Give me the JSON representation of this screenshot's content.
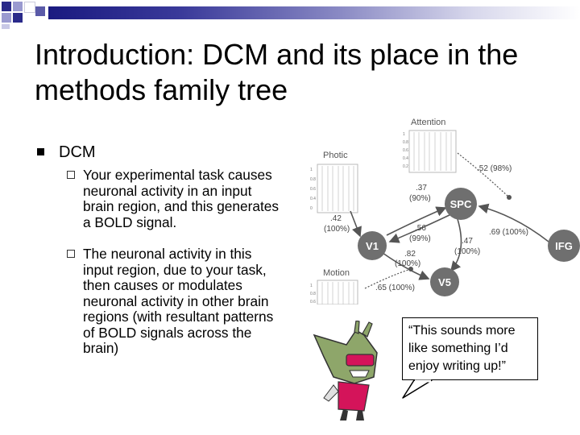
{
  "slide": {
    "title": "Introduction: DCM and its place in the methods family tree",
    "bullet": "DCM",
    "sub_bullets": [
      "Your experimental task causes neuronal activity in an input brain region, and this generates a BOLD signal.",
      "The neuronal activity in this input region, due to your task, then causes or modulates neuronal activity in other brain regions (with resultant patterns of BOLD signals across the brain)"
    ],
    "speech_bubble": "“This sounds more like something I’d enjoy writing up!”"
  },
  "diagram": {
    "inputs": [
      "Attention",
      "Photic",
      "Motion"
    ],
    "input_ticks": [
      "1",
      "0.8",
      "0.6",
      "0.4",
      "0.2",
      "0"
    ],
    "nodes": [
      "SPC",
      "V1",
      "V5",
      "IFG"
    ],
    "edge_labels": {
      "photic_v1": ".42",
      "photic_v1_pct": "(100%)",
      "v1_spc": ".56",
      "v1_spc_pct": "(99%)",
      "spc_v1": ".37",
      "spc_v1_pct": "(90%)",
      "attention_mod": ".52 (98%)",
      "ifg_spc": ".69 (100%)",
      "spc_v5": ".47",
      "spc_v5_pct": "(100%)",
      "v1_v5": ".82",
      "v1_v5_pct": "(100%)",
      "motion_mod": ".65 (100%)"
    },
    "colors": {
      "node": "#6f6f6f",
      "node_text": "#ffffff",
      "edge": "#555555",
      "grid": "#b8b8b8"
    }
  },
  "theme": {
    "band_dark": "#1a1a80",
    "band_light": "#d8d8ec"
  }
}
